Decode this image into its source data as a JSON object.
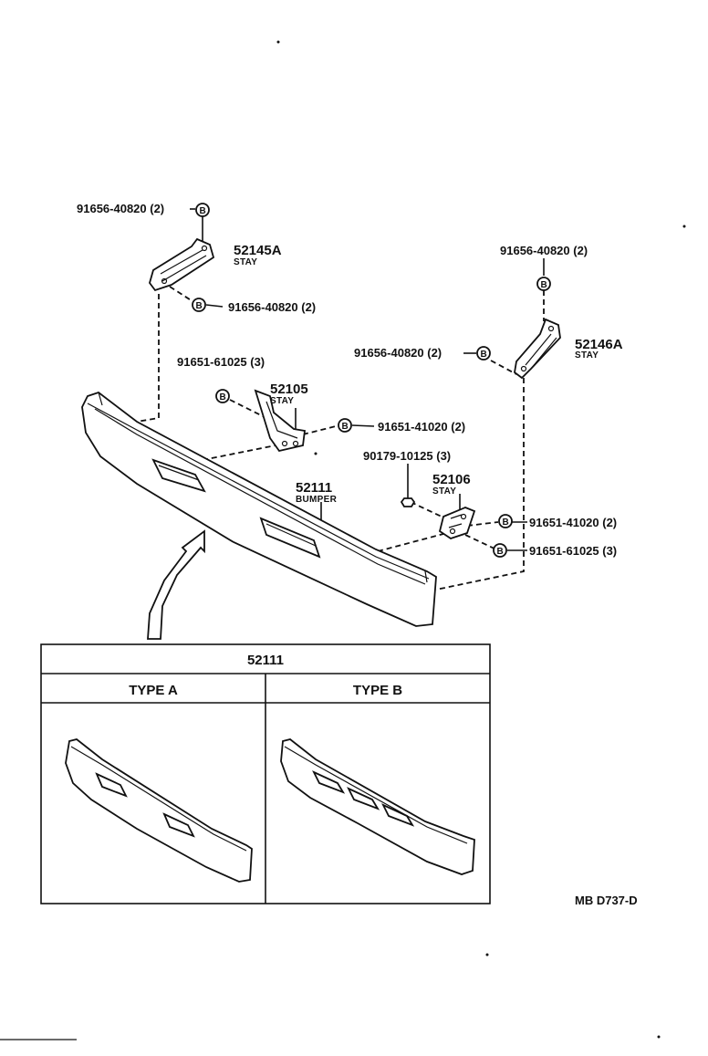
{
  "parts": {
    "stay_left": {
      "number": "52145A",
      "name": "STAY"
    },
    "stay_right": {
      "number": "52146A",
      "name": "STAY"
    },
    "stay_center_left": {
      "number": "52105",
      "name": "STAY"
    },
    "stay_center_right": {
      "number": "52106",
      "name": "STAY"
    },
    "bumper": {
      "number": "52111",
      "name": "BUMPER"
    }
  },
  "fasteners": {
    "bolt_left_top": "91656-40820 (2)",
    "bolt_left_mid": "91656-40820 (2)",
    "bolt_right_top": "91656-40820 (2)",
    "bolt_right_mid": "91656-40820 (2)",
    "bolt_center_top": "91651-61025 (3)",
    "bolt_center_right": "91651-41020 (2)",
    "nut_right": "90179-10125 (3)",
    "bolt_right_low1": "91651-41020 (2)",
    "bolt_right_low2": "91651-61025 (3)"
  },
  "bolt_symbol": "B",
  "variants_table": {
    "header": "52111",
    "columns": [
      "TYPE A",
      "TYPE B"
    ]
  },
  "diagram_code": "MB D737-D"
}
